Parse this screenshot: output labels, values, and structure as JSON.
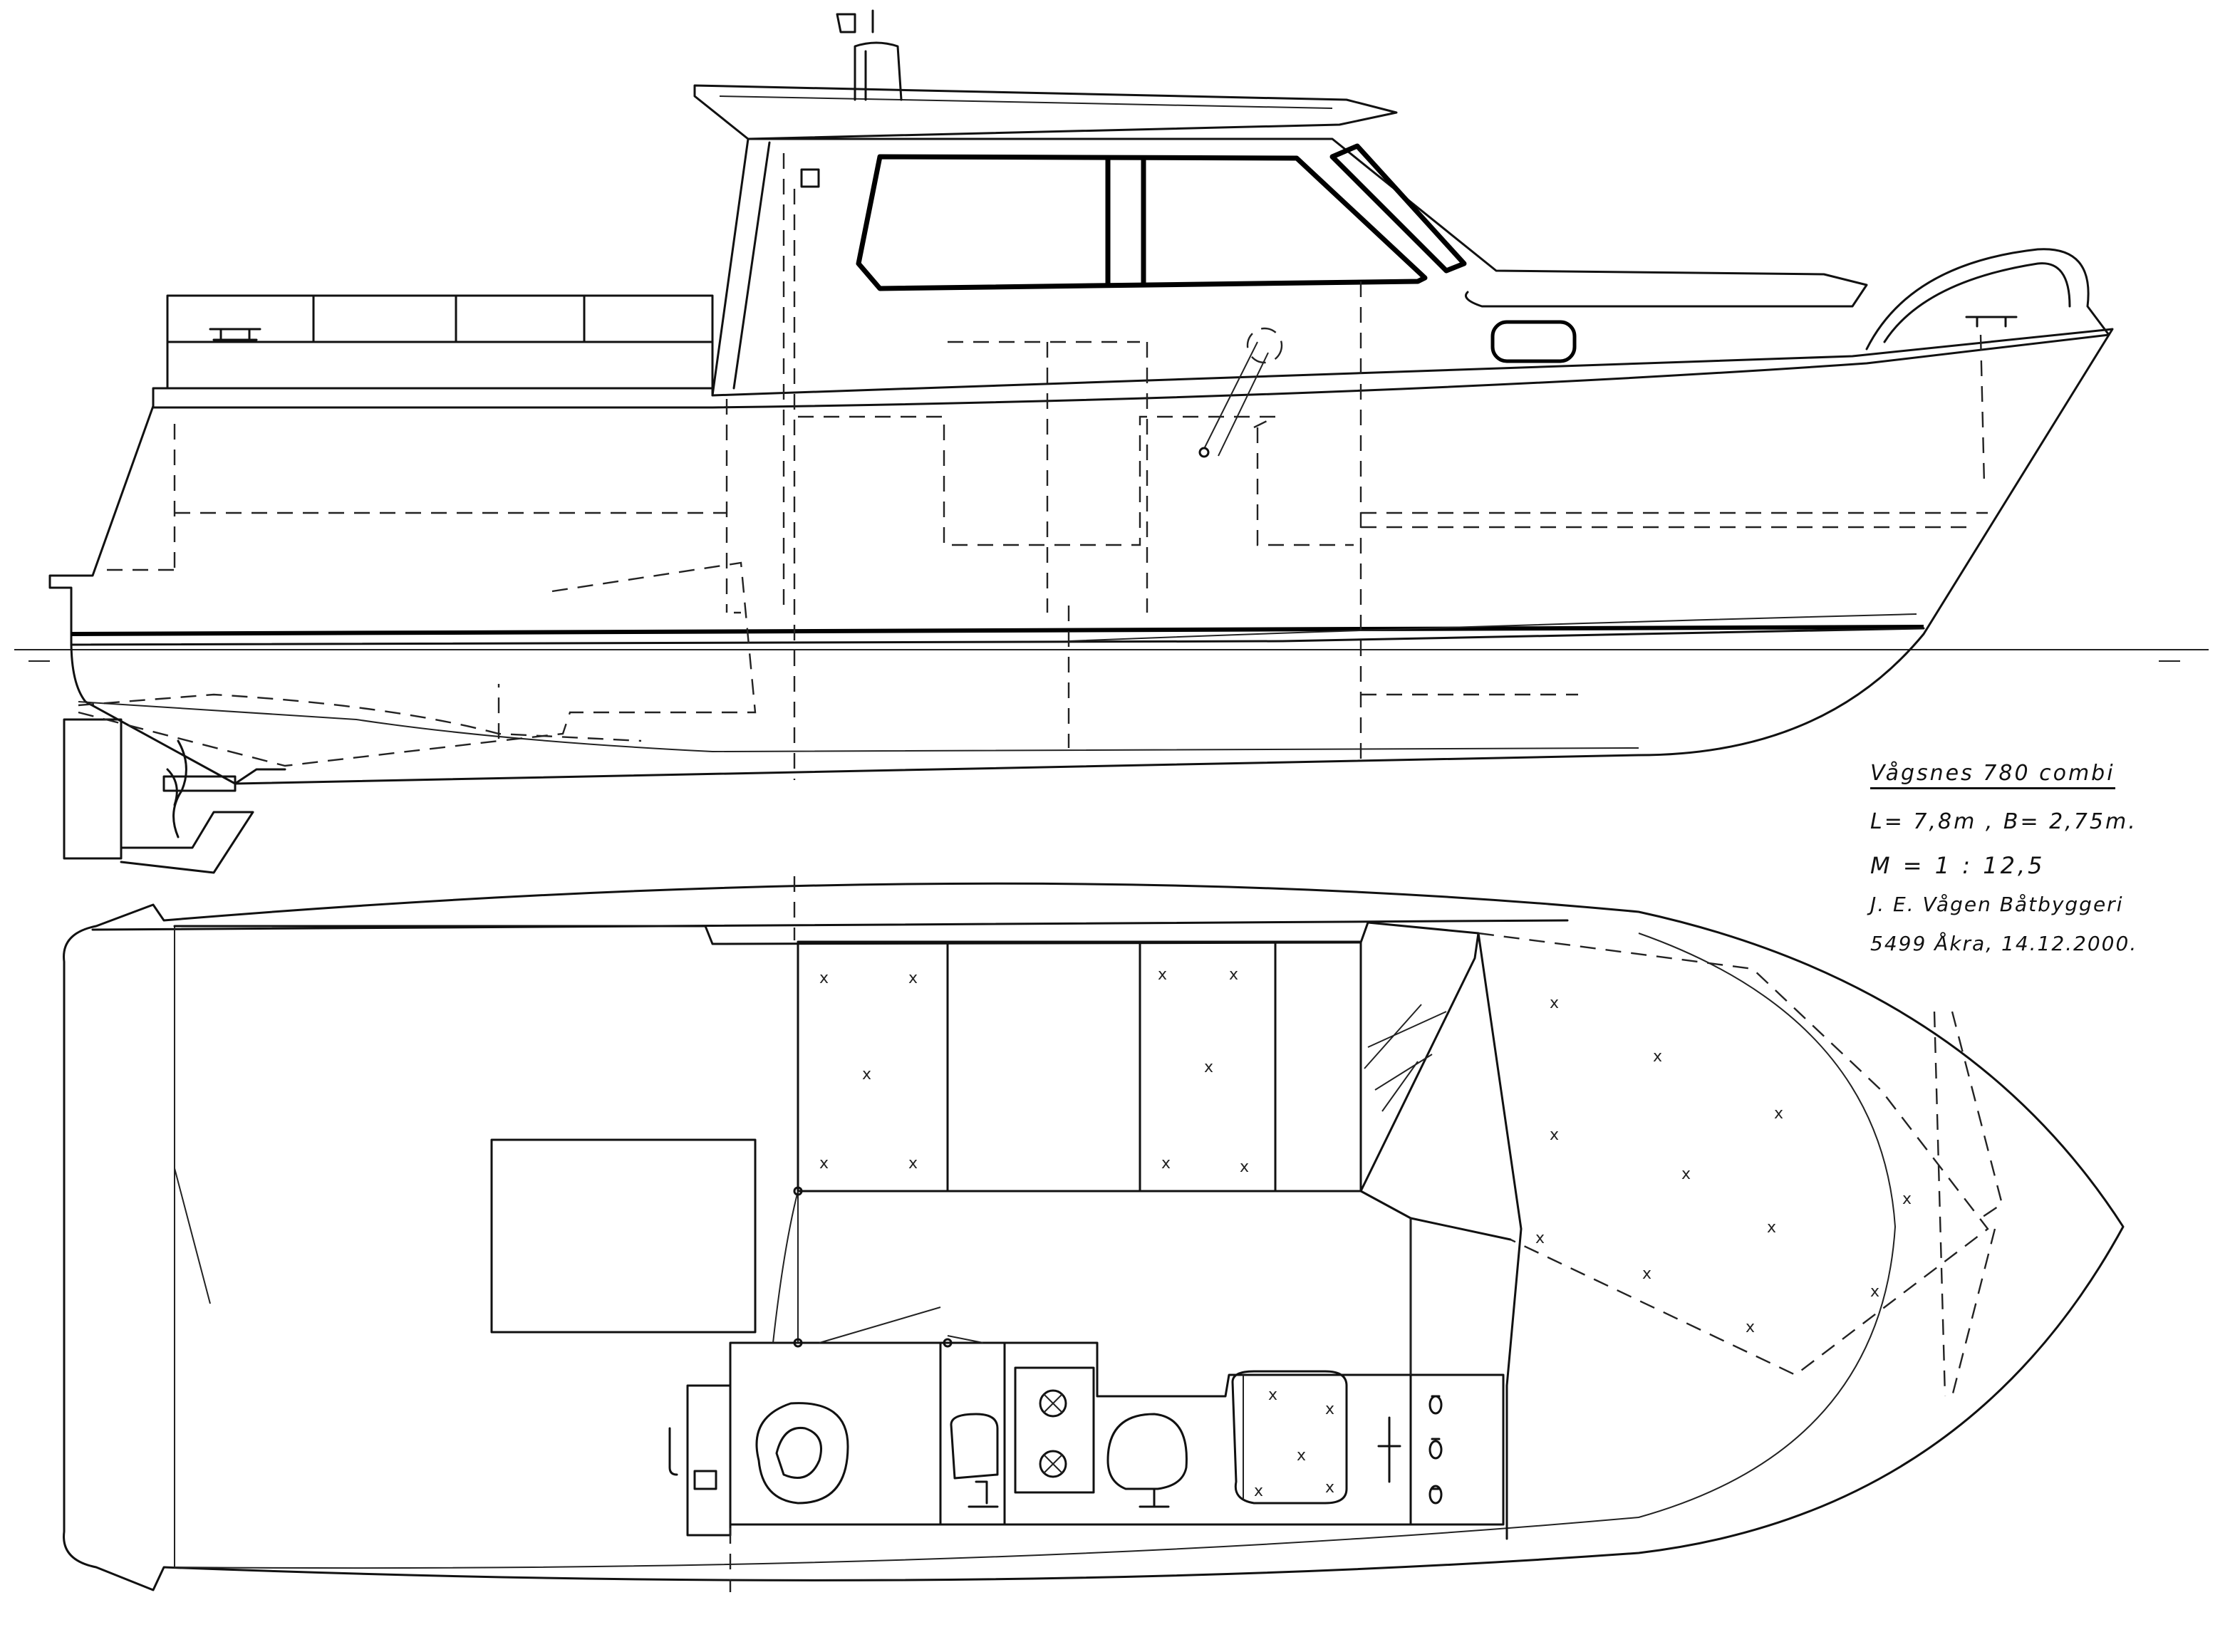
{
  "drawing": {
    "views": [
      "side-profile",
      "deck-plan"
    ],
    "line_color": "#111111",
    "background": "#ffffff"
  },
  "title_block": {
    "model_name": "Vågsnes 780 combi",
    "dimensions": "L= 7,8m , B= 2,75m.",
    "scale": "M = 1 : 12,5",
    "builder": "J. E. Vågen Båtbyggeri",
    "place_date": "5499 Åkra, 14.12.2000."
  }
}
